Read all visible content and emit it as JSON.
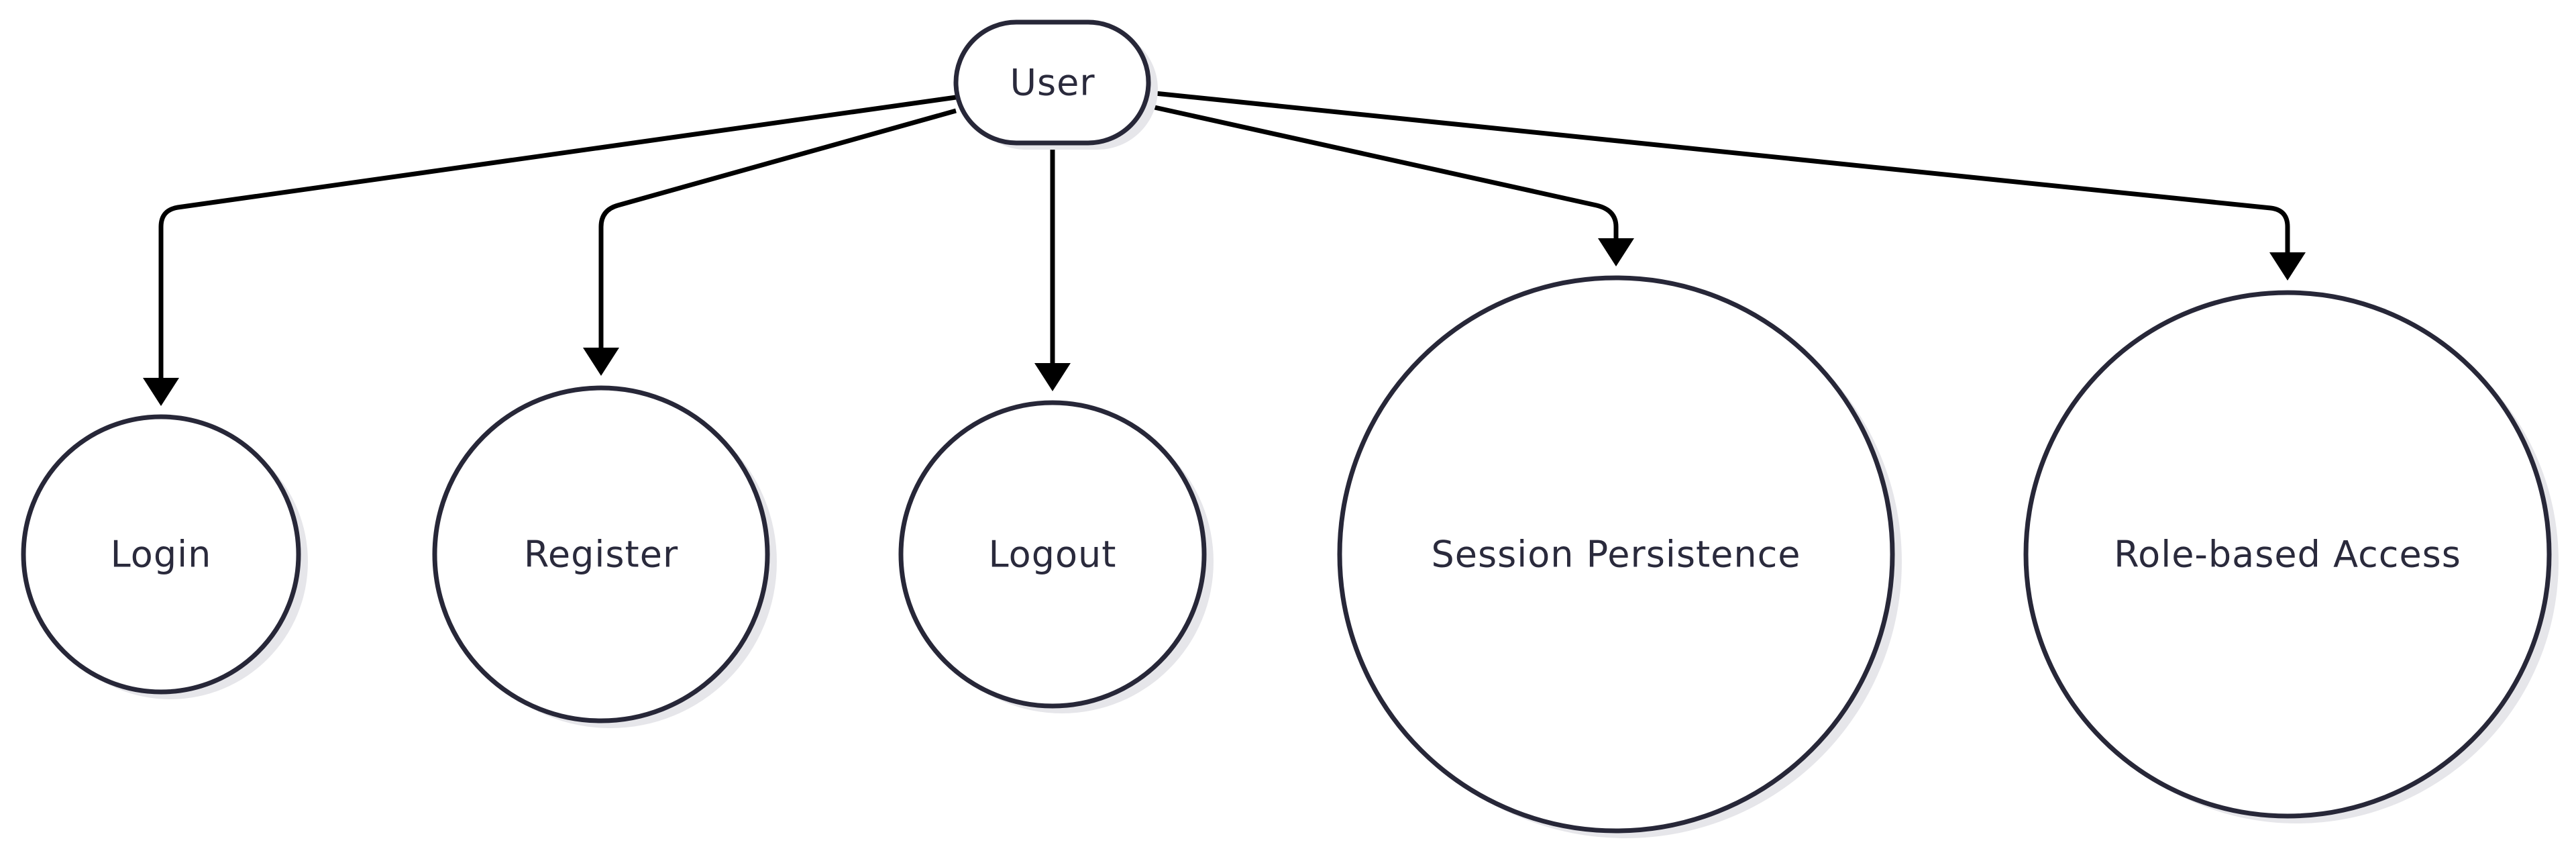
{
  "diagram": {
    "root": {
      "id": "user",
      "label": "User"
    },
    "children": [
      {
        "id": "login",
        "label": "Login"
      },
      {
        "id": "register",
        "label": "Register"
      },
      {
        "id": "logout",
        "label": "Logout"
      },
      {
        "id": "session-persistence",
        "label": "Session Persistence"
      },
      {
        "id": "role-based-access",
        "label": "Role-based Access"
      }
    ],
    "edges": [
      {
        "from": "user",
        "to": "login"
      },
      {
        "from": "user",
        "to": "register"
      },
      {
        "from": "user",
        "to": "logout"
      },
      {
        "from": "user",
        "to": "session-persistence"
      },
      {
        "from": "user",
        "to": "role-based-access"
      }
    ],
    "colors": {
      "stroke": "#272738",
      "edge": "#000000",
      "text": "#2a2a3c",
      "fill": "#ffffff",
      "shadow": "#e6e6ea"
    }
  }
}
